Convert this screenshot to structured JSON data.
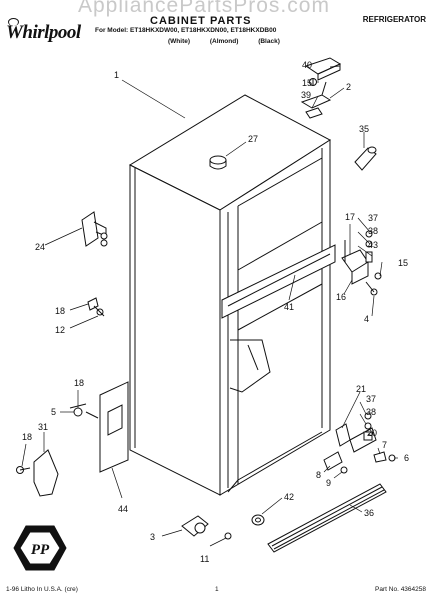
{
  "header": {
    "brand": "Whirlpool",
    "watermark": "AppliancePartsPros.com",
    "title": "CABINET PARTS",
    "product": "REFRIGERATOR",
    "models_line": "For Model: ET18HKXDW00, ET18HKXDN00, ET18HKXDB00",
    "variants": [
      "(White)",
      "(Almond)",
      "(Black)"
    ]
  },
  "callouts": [
    "1",
    "2",
    "3",
    "4",
    "5",
    "6",
    "7",
    "8",
    "9",
    "11",
    "12",
    "15",
    "15",
    "16",
    "17",
    "18",
    "18",
    "18",
    "20",
    "21",
    "24",
    "27",
    "31",
    "35",
    "36",
    "37",
    "37",
    "38",
    "38",
    "39",
    "40",
    "41",
    "42",
    "43",
    "44"
  ],
  "badge": "PP",
  "footer": {
    "left": "1-96 Litho In U.S.A. (cre)",
    "page": "1",
    "part_no": "Part No. 4364258"
  },
  "colors": {
    "line": "#111111",
    "watermark": "#c9c9c9"
  }
}
